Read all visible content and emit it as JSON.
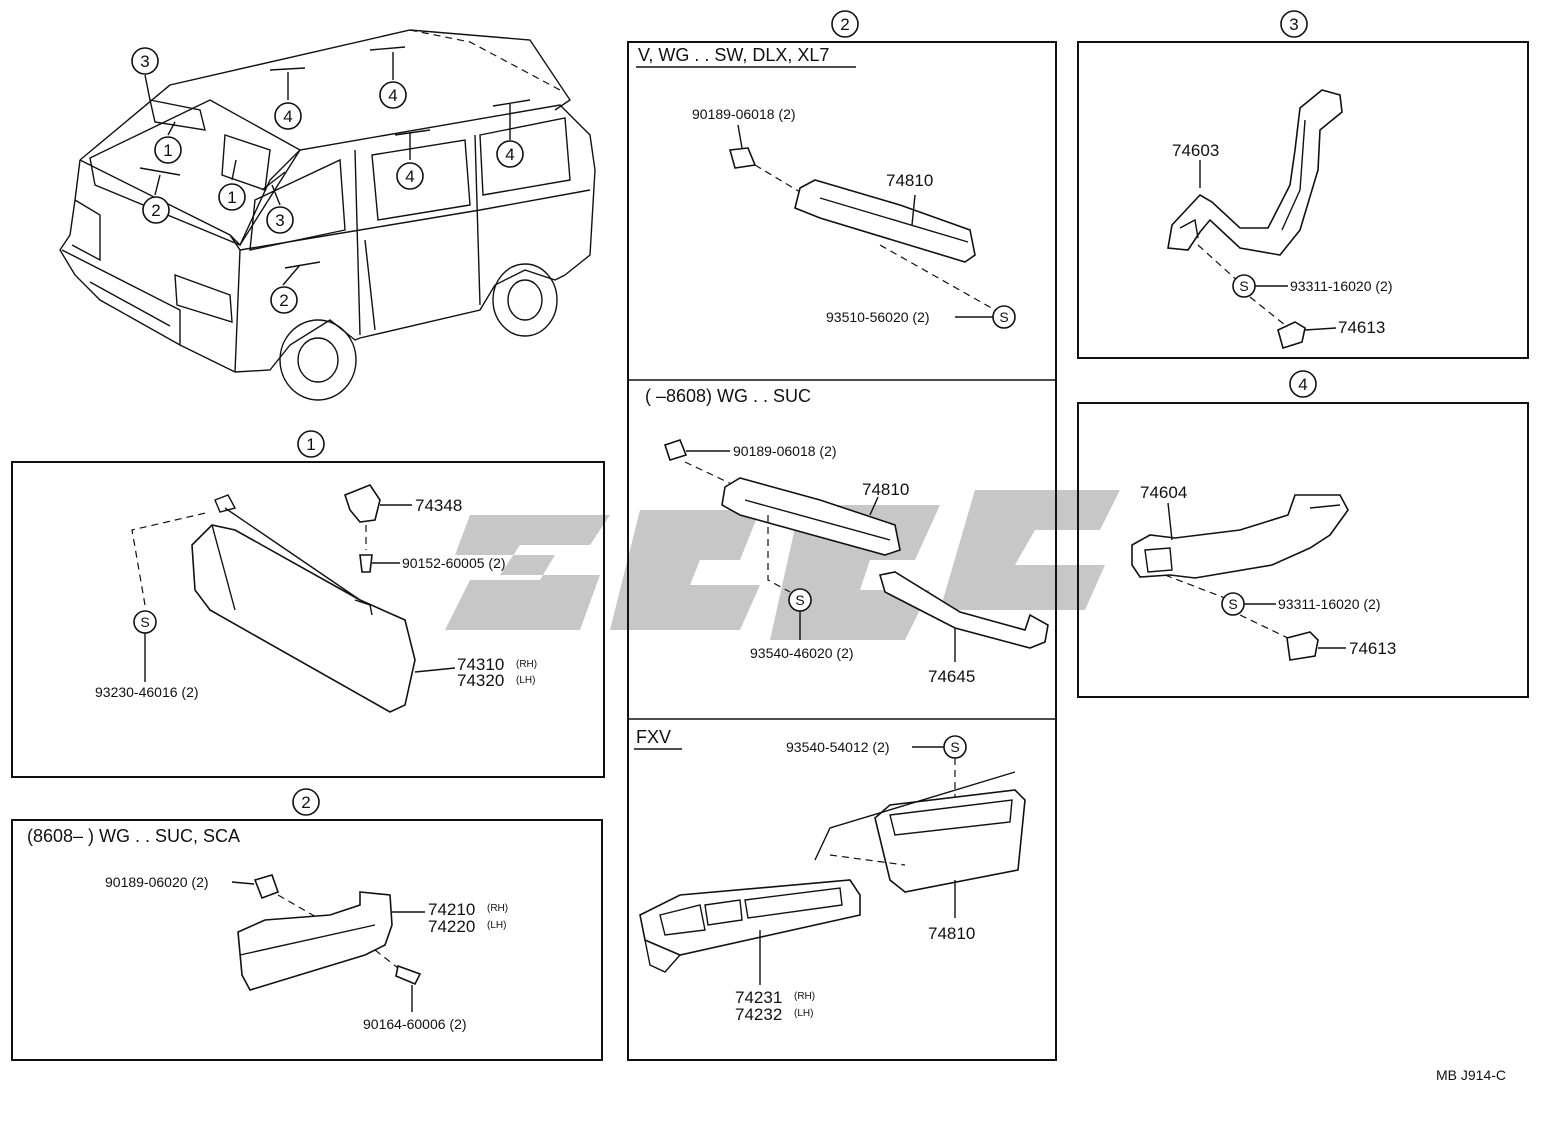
{
  "keys": {
    "k1": "1",
    "k2": "2",
    "k3": "3",
    "k4": "4",
    "s": "S"
  },
  "section_headers": {
    "p2a": "V, WG . . SW, DLX, XL7",
    "p2b": "(        –8608) WG . . SUC",
    "p2c": "FXV",
    "p2d": "(8608–          ) WG . . SUC, SCA"
  },
  "parts": {
    "p74348": "74348",
    "p90152": "90152-60005 (2)",
    "p93230": "93230-46016 (2)",
    "p74310": "74310",
    "p74320": "74320",
    "rh": "(RH)",
    "lh": "(LH)",
    "p90189_06020": "90189-06020 (2)",
    "p74210": "74210",
    "p74220": "74220",
    "p90164": "90164-60006 (2)",
    "p90189_06018": "90189-06018 (2)",
    "p74810": "74810",
    "p93510": "93510-56020 (2)",
    "p93540_46020": "93540-46020 (2)",
    "p74645": "74645",
    "p93540_54012": "93540-54012 (2)",
    "p74231": "74231",
    "p74232": "74232",
    "p74603": "74603",
    "p93311": "93311-16020 (2)",
    "p74613": "74613",
    "p74604": "74604"
  },
  "footer_code": "MB  J914-C"
}
